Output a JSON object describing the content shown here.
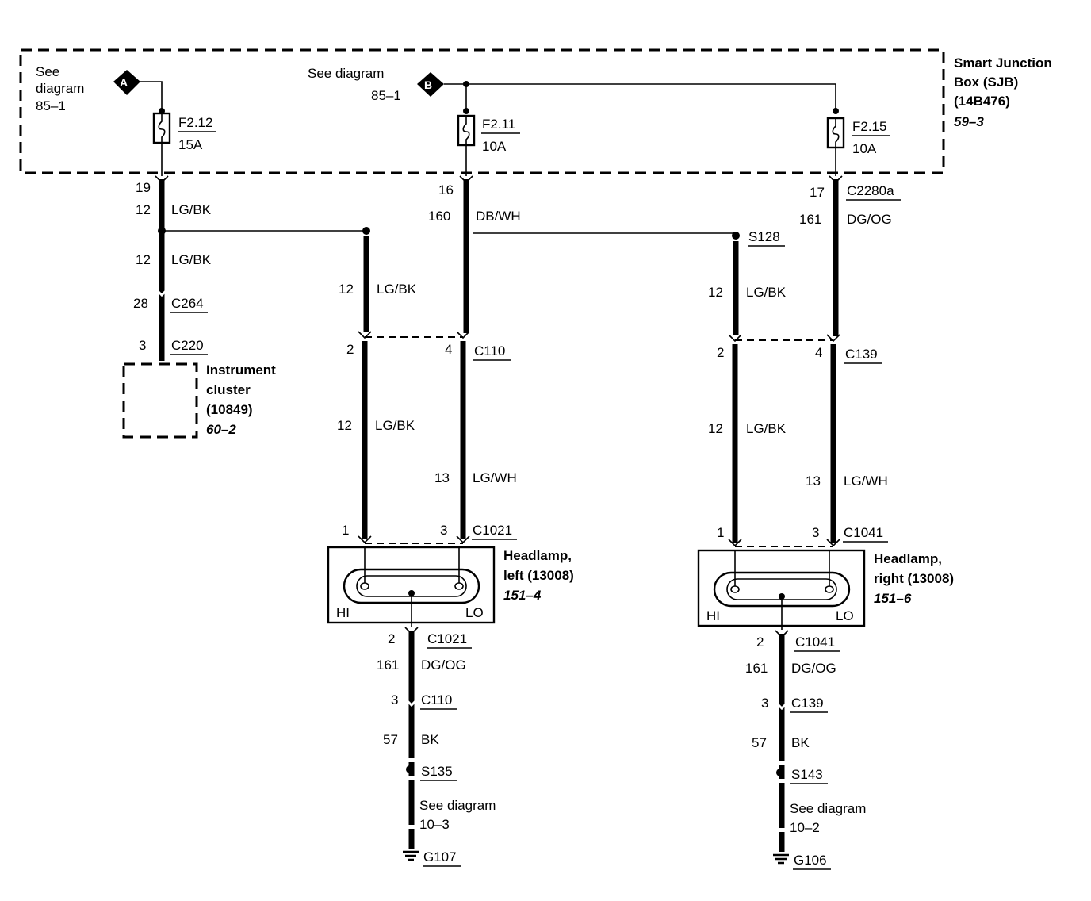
{
  "sjb": {
    "line1": "Smart Junction",
    "line2": "Box (SJB)",
    "line3": "(14B476)",
    "ref": "59–3"
  },
  "feedA": {
    "letter": "A",
    "see": "See",
    "diagram": "diagram",
    "ref": "85–1"
  },
  "feedB": {
    "letter": "B",
    "see": "See diagram",
    "ref": "85–1"
  },
  "fuses": [
    {
      "name": "F2.12",
      "amps": "15A"
    },
    {
      "name": "F2.11",
      "amps": "10A"
    },
    {
      "name": "F2.15",
      "amps": "10A"
    }
  ],
  "wires": {
    "w1": {
      "pin": "19",
      "circuit": "12",
      "color": "LG/BK"
    },
    "w2": {
      "pin": "16",
      "circuit": "160",
      "color": "DB/WH"
    },
    "w3": {
      "pin": "17",
      "connector": "C2280a",
      "circuit": "161",
      "color": "DG/OG"
    },
    "w1b": {
      "circuit": "12",
      "color": "LG/BK"
    },
    "c264": {
      "pin": "28",
      "name": "C264"
    },
    "c220": {
      "pin": "3",
      "name": "C220"
    },
    "left_branch": {
      "circuit": "12",
      "color": "LG/BK"
    },
    "s128": {
      "name": "S128"
    },
    "right_branch": {
      "circuit": "12",
      "color": "LG/BK"
    }
  },
  "cluster": {
    "line1": "Instrument",
    "line2": "cluster",
    "line3": "(10849)",
    "ref": "60–2"
  },
  "left": {
    "c110_pin_a": "2",
    "c110_pin_b": "4",
    "c110": "C110",
    "hi_circuit": "12",
    "hi_color": "LG/BK",
    "lo_circuit": "13",
    "lo_color": "LG/WH",
    "c1021_pin_a": "1",
    "c1021_pin_b": "3",
    "c1021": "C1021",
    "lamp1": "Headlamp,",
    "lamp2": "left (13008)",
    "lamp_ref": "151–4",
    "hi": "HI",
    "lo": "LO",
    "g_pin": "2",
    "g_conn": "C1021",
    "g_circuit": "161",
    "g_color": "DG/OG",
    "c110b_pin": "3",
    "c110b": "C110",
    "bk_circuit": "57",
    "bk_color": "BK",
    "splice": "S135",
    "see1": "See diagram",
    "see2": "10–3",
    "ground": "G107"
  },
  "right": {
    "c139_pin_a": "2",
    "c139_pin_b": "4",
    "c139": "C139",
    "hi_circuit": "12",
    "hi_color": "LG/BK",
    "lo_circuit": "13",
    "lo_color": "LG/WH",
    "c1041_pin_a": "1",
    "c1041_pin_b": "3",
    "c1041": "C1041",
    "lamp1": "Headlamp,",
    "lamp2": "right (13008)",
    "lamp_ref": "151–6",
    "hi": "HI",
    "lo": "LO",
    "g_pin": "2",
    "g_conn": "C1041",
    "g_circuit": "161",
    "g_color": "DG/OG",
    "c139b_pin": "3",
    "c139b": "C139",
    "bk_circuit": "57",
    "bk_color": "BK",
    "splice": "S143",
    "see1": "See diagram",
    "see2": "10–2",
    "ground": "G106"
  }
}
